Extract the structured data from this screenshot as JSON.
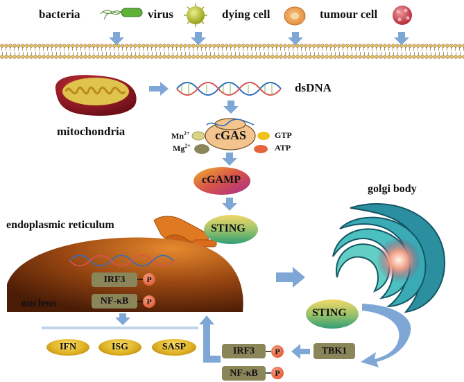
{
  "top_sources": [
    {
      "label": "bacteria"
    },
    {
      "label": "virus"
    },
    {
      "label": "dying cell"
    },
    {
      "label": "tumour cell"
    }
  ],
  "dsdna_label": "dsDNA",
  "mitochondria_label": "mitochondria",
  "cgas": {
    "label": "cGAS",
    "mn": "Mn",
    "mn_sup": "2+",
    "mg": "Mg",
    "mg_sup": "2+",
    "gtp": "GTP",
    "atp": "ATP"
  },
  "cgamp_label": "cGAMP",
  "sting_label": "STING",
  "er_label": "endoplasmic reticulum",
  "nucleus_label": "nucleus",
  "golgi_label": "golgi body",
  "nucleus_factors": [
    {
      "name": "IRF3",
      "p": "P"
    },
    {
      "name": "NF-κB",
      "p": "P"
    }
  ],
  "outputs": [
    "IFN",
    "ISG",
    "SASP"
  ],
  "golgi_sting_label": "STING",
  "tbk1_label": "TBK1",
  "cyto_factors": [
    {
      "name": "IRF3",
      "p": "P"
    },
    {
      "name": "NF-κB",
      "p": "P"
    }
  ],
  "colors": {
    "arrow": "#7fa7d6",
    "olive_box": "#8b855a",
    "sting_gradient": [
      "#f1d86a",
      "#2f9e74"
    ],
    "cgamp_gradient": [
      "#f0b22d",
      "#a52d8a"
    ],
    "cgas_fill": "#f3c48e",
    "nucleus": "#c8681e"
  }
}
